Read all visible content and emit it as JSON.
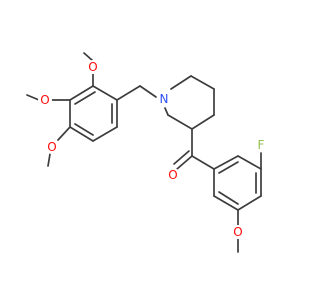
{
  "molecule": {
    "atoms": [
      {
        "id": "N1",
        "label": "N",
        "color": "#3050f8"
      },
      {
        "id": "O_carbonyl",
        "label": "O",
        "color": "#ff0d0d"
      },
      {
        "id": "F",
        "label": "F",
        "color": "#90c050"
      },
      {
        "id": "O_aryl",
        "label": "O",
        "color": "#ff0d0d"
      },
      {
        "id": "O_tm1",
        "label": "O",
        "color": "#ff0d0d"
      },
      {
        "id": "O_tm2",
        "label": "O",
        "color": "#ff0d0d"
      },
      {
        "id": "O_tm3",
        "label": "O",
        "color": "#ff0d0d"
      }
    ]
  }
}
